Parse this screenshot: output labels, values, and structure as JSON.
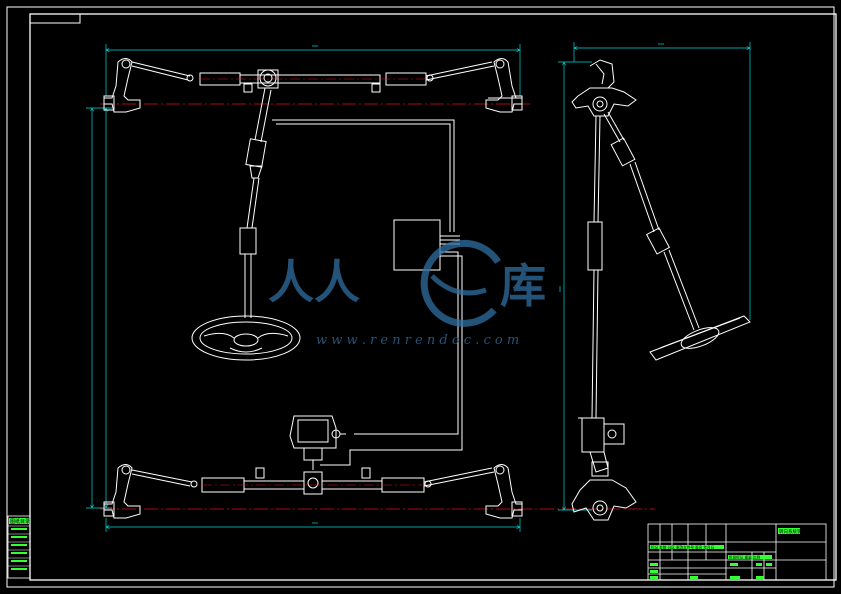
{
  "drawing": {
    "colors": {
      "background": "#000000",
      "linework": "#ffffff",
      "dimension": "#00d8d8",
      "centerline": "#e01010",
      "titleblock_text": "#33ff33",
      "watermark": "#2f6fa0"
    }
  },
  "watermark": {
    "left_chars": "人人",
    "right_char": "库",
    "url": "w w w . r e n r e n d o c . c o m",
    "logo": "watermark-logo-icon"
  },
  "title_block": {
    "drawing_title": "转向系统装配图",
    "revision_label": "标记 处数 分区 更改文件号 签名 年月日",
    "stage_label": "阶段标记 重量 比例"
  },
  "side_table": {
    "label": "图纸目录"
  }
}
